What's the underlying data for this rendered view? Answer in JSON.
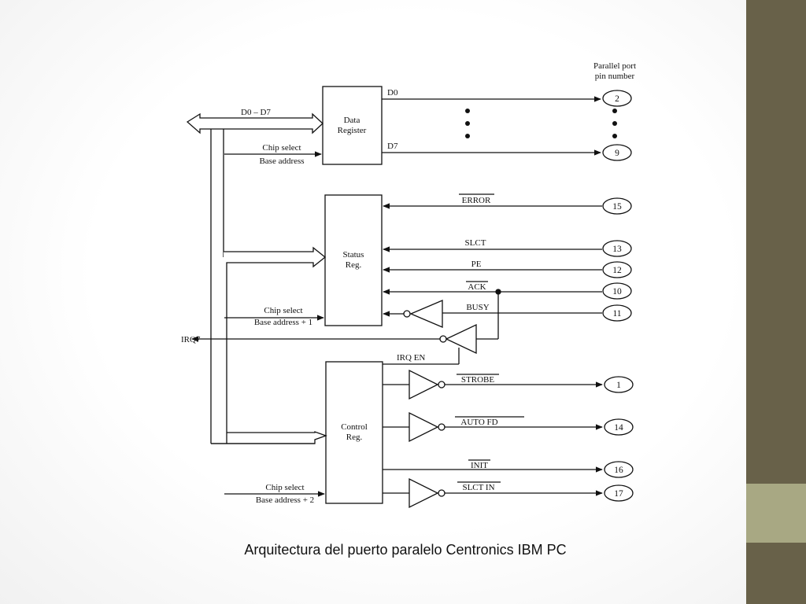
{
  "header": {
    "line1": "Parallel port",
    "line2": "pin number"
  },
  "bus": {
    "label": "D0 – D7"
  },
  "registers": {
    "data": {
      "line1": "Data",
      "line2": "Register"
    },
    "status": {
      "line1": "Status",
      "line2": "Reg."
    },
    "control": {
      "line1": "Control",
      "line2": "Reg."
    }
  },
  "chip_selects": [
    {
      "line1": "Chip select",
      "line2": "Base address"
    },
    {
      "line1": "Chip select",
      "line2": "Base address + 1"
    },
    {
      "line1": "Chip select",
      "line2": "Base address + 2"
    }
  ],
  "signals": {
    "d0": "D0",
    "d7": "D7",
    "error": "ERROR",
    "slct": "SLCT",
    "pe": "PE",
    "ack": "ACK",
    "busy": "BUSY",
    "irq7": "IRQ7",
    "irq_en": "IRQ EN",
    "strobe": "STROBE",
    "auto_fd": "AUTO FD",
    "init": "INIT",
    "slct_in": "SLCT IN"
  },
  "pins": {
    "d0": "2",
    "d7": "9",
    "error": "15",
    "slct": "13",
    "pe": "12",
    "ack": "10",
    "busy": "11",
    "strobe": "1",
    "auto_fd": "14",
    "init": "16",
    "slct_in": "17"
  },
  "caption": "Arquitectura del puerto paralelo Centronics IBM PC"
}
